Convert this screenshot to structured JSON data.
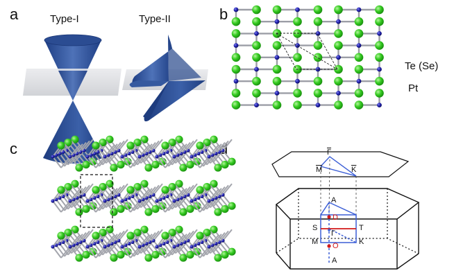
{
  "panels": {
    "a": {
      "letter": "a",
      "cone_left_caption": "Type-I",
      "cone_right_caption": "Type-II"
    },
    "b": {
      "letter": "b",
      "atom_green_label": "Te (Se)",
      "atom_blue_label": "Pt"
    },
    "c": {
      "letter": "c"
    },
    "d": {
      "letter": "d",
      "surface_labels": {
        "m_bar": "M",
        "gamma_bar": "Γ",
        "k_bar": "K"
      },
      "bulk_labels": {
        "A_top": "A",
        "D": "D",
        "S": "S",
        "T": "T",
        "Gamma": "Γ",
        "M": "M",
        "K": "K",
        "O": "O",
        "A_bottom": "A"
      }
    }
  },
  "colors": {
    "green_atom": "#29c41f",
    "blue_atom": "#1d1d9e",
    "cone_blue": "#2a4d93",
    "plane_gray": "#d4d6da",
    "bz_blue": "#3c5fd6",
    "bz_red": "#d21818"
  }
}
